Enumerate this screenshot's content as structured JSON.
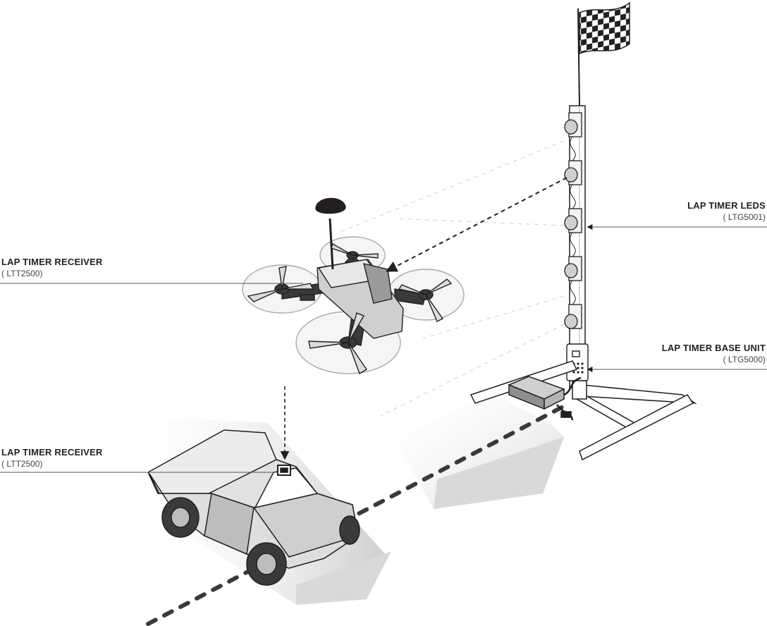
{
  "callouts": {
    "drone_receiver": {
      "title": "LAP TIMER RECEIVER",
      "code": "( LTT2500)"
    },
    "car_receiver": {
      "title": "LAP TIMER RECEIVER",
      "code": "( LTT2500)"
    },
    "leds": {
      "title": "LAP TIMER LEDS",
      "code": "( LTG5001)"
    },
    "base_unit": {
      "title": "LAP TIMER BASE UNIT",
      "code": "( LTG5000)"
    }
  },
  "colors": {
    "ink": "#231f20",
    "shade": "#9a9a9a",
    "light_shade": "#d8d8d8",
    "body_fill": "#cfcfcf"
  }
}
